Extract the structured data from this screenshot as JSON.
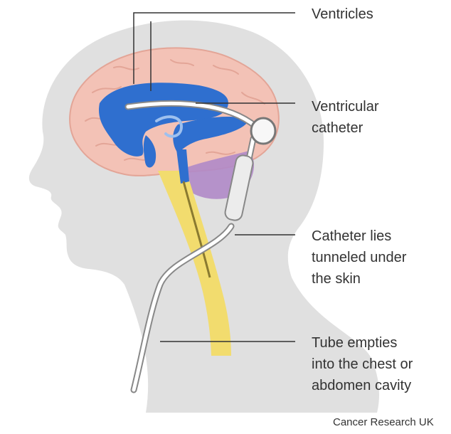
{
  "labels": {
    "ventricles": "Ventricles",
    "catheter_line1": "Ventricular",
    "catheter_line2": "catheter",
    "tunnel_line1": "Catheter lies",
    "tunnel_line2": "tunneled under",
    "tunnel_line3": "the skin",
    "tube_line1": "Tube empties",
    "tube_line2": "into the chest or",
    "tube_line3": "abdomen cavity"
  },
  "credit": "Cancer Research UK",
  "colors": {
    "head": "#e0e0e0",
    "brain": "#f3c2b6",
    "brain_fold": "#e3a597",
    "ventricles": "#2f6fcf",
    "cerebellum": "#b08ac8",
    "spinal_cord": "#f2dc6e",
    "tube": "#ffffff",
    "tube_outline": "#888888",
    "leader_line": "#333333"
  }
}
